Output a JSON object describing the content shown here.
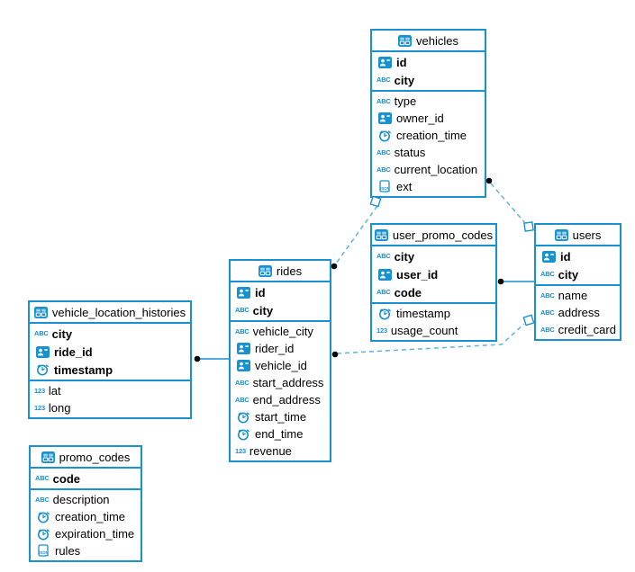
{
  "diagram": {
    "colors": {
      "accent": "#1791d0",
      "accent_light": "#9ed3f0",
      "dashed_line": "#5fb2e2",
      "dot": "#0a0a0a",
      "background": "#ffffff"
    },
    "icon_labels": {
      "text": "ABC",
      "number": "123",
      "json": "JSON"
    },
    "tables": [
      {
        "id": "vehicles",
        "title": "vehicles",
        "primary": [
          {
            "name": "id",
            "type": "id"
          },
          {
            "name": "city",
            "type": "text"
          }
        ],
        "fields": [
          {
            "name": "type",
            "type": "text"
          },
          {
            "name": "owner_id",
            "type": "id"
          },
          {
            "name": "creation_time",
            "type": "time"
          },
          {
            "name": "status",
            "type": "text"
          },
          {
            "name": "current_location",
            "type": "text"
          },
          {
            "name": "ext",
            "type": "json"
          }
        ]
      },
      {
        "id": "user_promo_codes",
        "title": "user_promo_codes",
        "primary": [
          {
            "name": "city",
            "type": "text"
          },
          {
            "name": "user_id",
            "type": "id"
          },
          {
            "name": "code",
            "type": "text"
          }
        ],
        "fields": [
          {
            "name": "timestamp",
            "type": "time"
          },
          {
            "name": "usage_count",
            "type": "number"
          }
        ]
      },
      {
        "id": "users",
        "title": "users",
        "primary": [
          {
            "name": "id",
            "type": "id"
          },
          {
            "name": "city",
            "type": "text"
          }
        ],
        "fields": [
          {
            "name": "name",
            "type": "text"
          },
          {
            "name": "address",
            "type": "text"
          },
          {
            "name": "credit_card",
            "type": "text"
          }
        ]
      },
      {
        "id": "rides",
        "title": "rides",
        "primary": [
          {
            "name": "id",
            "type": "id"
          },
          {
            "name": "city",
            "type": "text"
          }
        ],
        "fields": [
          {
            "name": "vehicle_city",
            "type": "text"
          },
          {
            "name": "rider_id",
            "type": "id"
          },
          {
            "name": "vehicle_id",
            "type": "id"
          },
          {
            "name": "start_address",
            "type": "text"
          },
          {
            "name": "end_address",
            "type": "text"
          },
          {
            "name": "start_time",
            "type": "time"
          },
          {
            "name": "end_time",
            "type": "time"
          },
          {
            "name": "revenue",
            "type": "number"
          }
        ]
      },
      {
        "id": "vehicle_location_histories",
        "title": "vehicle_location_histories",
        "primary": [
          {
            "name": "city",
            "type": "text"
          },
          {
            "name": "ride_id",
            "type": "id"
          },
          {
            "name": "timestamp",
            "type": "time"
          }
        ],
        "fields": [
          {
            "name": "lat",
            "type": "number"
          },
          {
            "name": "long",
            "type": "number"
          }
        ]
      },
      {
        "id": "promo_codes",
        "title": "promo_codes",
        "primary": [
          {
            "name": "code",
            "type": "text"
          }
        ],
        "fields": [
          {
            "name": "description",
            "type": "text"
          },
          {
            "name": "creation_time",
            "type": "time"
          },
          {
            "name": "expiration_time",
            "type": "time"
          },
          {
            "name": "rules",
            "type": "json"
          }
        ]
      }
    ],
    "relationships": [
      {
        "from": "vehicle_location_histories",
        "to": "rides",
        "style": "solid"
      },
      {
        "from": "user_promo_codes",
        "to": "users",
        "style": "solid"
      },
      {
        "from": "vehicles",
        "to": "users",
        "style": "dashed"
      },
      {
        "from": "rides",
        "to": "vehicles",
        "style": "dashed"
      },
      {
        "from": "rides",
        "to": "users",
        "style": "dashed"
      }
    ]
  }
}
